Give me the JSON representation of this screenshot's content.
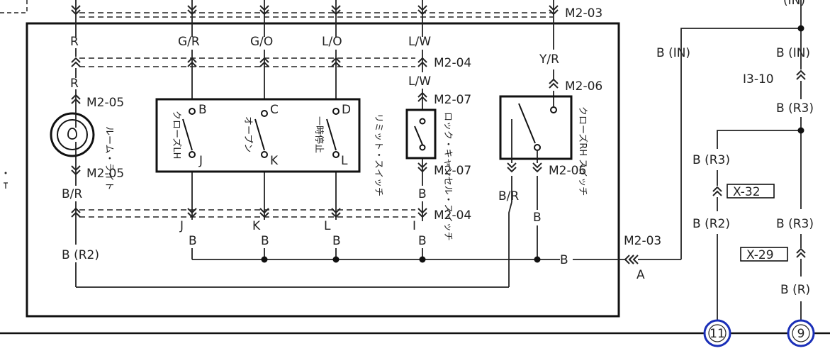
{
  "wire_labels": {
    "r_top": "R",
    "gr": "G/R",
    "go": "G/O",
    "lo": "L/O",
    "lw_top": "L/W",
    "r_mid": "R",
    "lw_mid": "L/W",
    "yr": "Y/R",
    "br1": "B/R",
    "br2": "B (R2)",
    "br3": "B/R",
    "j": "J",
    "k": "K",
    "l": "L",
    "i": "I",
    "b1": "B",
    "b2": "B",
    "b3": "B",
    "b4": "B",
    "b5": "B",
    "b6": "B",
    "b7": "B",
    "a": "A",
    "bin1": "B (IN)",
    "bin2": "B (IN)",
    "bin_top": "(IN)",
    "br3_1": "B (R3)",
    "br3_2": "B (R3)",
    "br3_3": "B (R3)",
    "bR": "B (R)"
  },
  "connectors": {
    "m2_03_top": "M2-03",
    "m2_04_a": "M2-04",
    "m2_06_a": "M2-06",
    "m2_05_a": "M2-05",
    "m2_07_a": "M2-07",
    "m2_05_b": "M2-05",
    "m2_07_b": "M2-07",
    "m2_06_b": "M2-06",
    "m2_04_b": "M2-04",
    "m2_03_b": "M2-03",
    "i3_10": "I3-10",
    "x32": "X-32",
    "x29": "X-29"
  },
  "switch_terminals": {
    "b": "B",
    "c": "C",
    "d": "D",
    "j": "J",
    "k": "K",
    "l": "L"
  },
  "components": {
    "room_light": "ルーム・ライト",
    "close_lh": "クローズLH",
    "open": "オープン",
    "pause": "一時停止",
    "limit_switch": "リミット・スイッチ",
    "lock_cancel": "ロック・キャンセル・スイッチ",
    "close_rh": "クローズRH スイッチ"
  },
  "ground_points": {
    "g11": "11",
    "g9": "9"
  },
  "accent_color": "#1a2fb8"
}
